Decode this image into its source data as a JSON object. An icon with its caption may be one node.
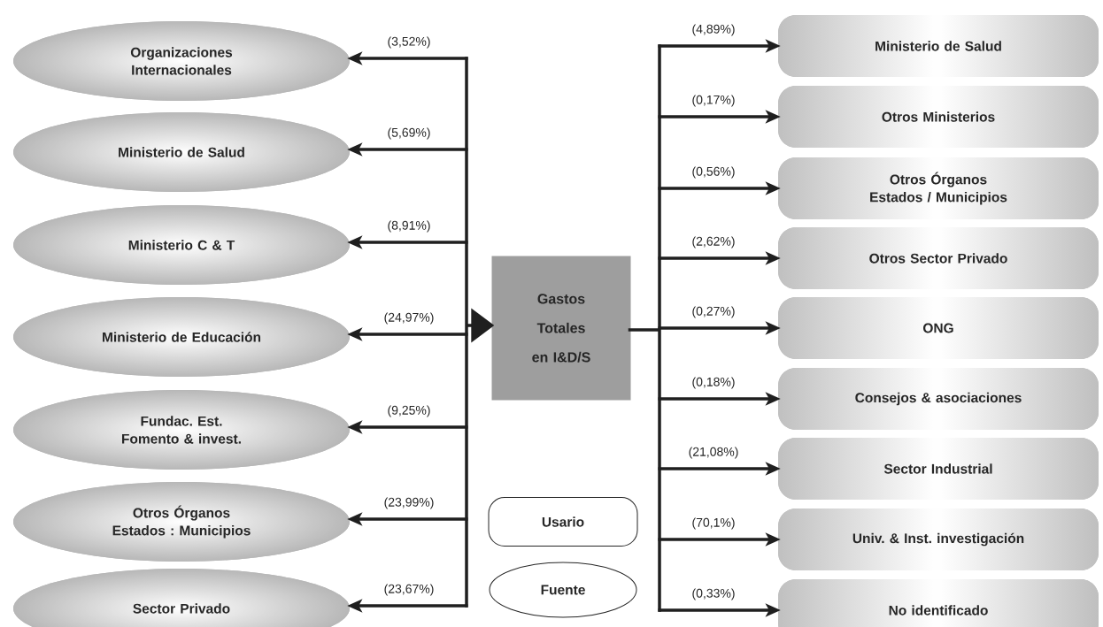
{
  "diagram": {
    "nodes": [
      {
        "text": [
          "Organizaciones Internacionales"
        ]
      },
      {
        "text": [
          "Ministerio de Salud"
        ]
      },
      {
        "text": [
          "Ministerio C & T"
        ]
      },
      {
        "text": [
          "Ministerio de Educación"
        ]
      },
      {
        "text": [
          "Fundac. Est. Fomento & invest."
        ]
      },
      {
        "text": [
          "Otros Órganos Estados : Municipios"
        ]
      },
      {
        "text": [
          "Sector Privado"
        ]
      },
      {
        "text": [
          "Gastos Totales en I&D/S"
        ]
      },
      {
        "text": [
          "Ministerio de Salud"
        ]
      },
      {
        "text": [
          "Otros Ministerios"
        ]
      },
      {
        "text": [
          "Otros Órganos Estados / Municipios"
        ]
      },
      {
        "text": [
          "Otros Sector Privado"
        ]
      },
      {
        "text": [
          "ONG"
        ]
      },
      {
        "text": [
          "Consejos & asociaciones"
        ]
      },
      {
        "text": [
          "Sector Industrial"
        ]
      },
      {
        "text": [
          "Univ. & Inst. investigación"
        ]
      },
      {
        "text": [
          "No identificado"
        ]
      }
    ],
    "edges": [
      {
        "from": 7,
        "to": 0,
        "arrow": "both",
        "label": "(3,52%)"
      },
      {
        "from": 7,
        "to": 1,
        "arrow": "both",
        "label": "(5,69%)"
      },
      {
        "from": 7,
        "to": 2,
        "arrow": "both",
        "label": "(8,91%)"
      },
      {
        "from": 7,
        "to": 3,
        "arrow": "both",
        "label": "(24,97%)"
      },
      {
        "from": 7,
        "to": 4,
        "arrow": "both",
        "label": "(9,25%)"
      },
      {
        "from": 7,
        "to": 5,
        "arrow": "both",
        "label": "(23,99%)"
      },
      {
        "from": 7,
        "to": 6,
        "arrow": "both",
        "label": "(23,67%)"
      },
      {
        "from": 7,
        "to": 8,
        "arrow": "to",
        "label": "(4,89%)"
      },
      {
        "from": 7,
        "to": 9,
        "arrow": "to",
        "label": "(0,17%)"
      },
      {
        "from": 7,
        "to": 10,
        "arrow": "to",
        "label": "(0,56%)"
      },
      {
        "from": 7,
        "to": 11,
        "arrow": "to",
        "label": "(2,62%)"
      },
      {
        "from": 7,
        "to": 12,
        "arrow": "to",
        "label": "(0,27%)"
      },
      {
        "from": 7,
        "to": 13,
        "arrow": "to",
        "label": "(0,18%)"
      },
      {
        "from": 7,
        "to": 14,
        "arrow": "to",
        "label": "(21,08%)"
      },
      {
        "from": 7,
        "to": 15,
        "arrow": "to",
        "label": "(70,1%)"
      },
      {
        "from": 7,
        "to": 16,
        "arrow": "to",
        "label": "(0,33%)"
      }
    ],
    "legend": [
      {
        "text": "Usario"
      },
      {
        "text": "Fuente"
      }
    ]
  }
}
